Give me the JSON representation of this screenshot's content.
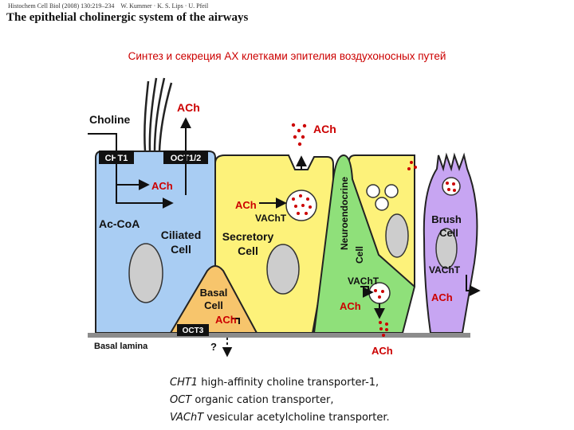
{
  "header": {
    "journal": "Histochem Cell Biol (2008) 130:219–234",
    "authors": "W. Kummer · K. S. Lips · U. Pfeil",
    "title": "The epithelial cholinergic system of the airways"
  },
  "slide_title": "Синтез и секреция АХ клетками эпителия воздухоносных путей",
  "diagram": {
    "cells": {
      "ciliated_line1": "Ciliated",
      "ciliated_line2": "Cell",
      "secretory_line1": "Secretory",
      "secretory_line2": "Cell",
      "basal_line1": "Basal",
      "basal_line2": "Cell",
      "neuroendocrine_line1": "Neuroendocrine",
      "neuroendocrine_line2": "Cell",
      "brush_line1": "Brush",
      "brush_line2": "Cell"
    },
    "labels": {
      "choline": "Choline",
      "cht1": "CHT1",
      "oct12": "OCT1/2",
      "oct3": "OCT3",
      "ach_top": "ACh",
      "ach_secreted": "ACh",
      "ach_ciliated": "ACh",
      "ach_secretory": "ACh",
      "vacht_secretory": "VAChT",
      "acoa": "Ac-CoA",
      "ach_basal": "ACh",
      "vacht_ne": "VAChT",
      "ach_ne": "ACh",
      "ach_bottom": "ACh",
      "vacht_brush": "VAChT",
      "ach_brush": "ACh",
      "basal_lamina": "Basal lamina",
      "question": "?"
    }
  },
  "legend": [
    {
      "abbr": "CHT1",
      "desc": " high-affinity choline transporter-1,"
    },
    {
      "abbr": "OCT",
      "desc": " organic cation transporter,"
    },
    {
      "abbr": "VAChT",
      "desc": " vesicular acetylcholine transporter."
    }
  ],
  "colors": {
    "ciliated": "#a9cdf3",
    "secretory": "#fdf27a",
    "basal": "#f7c56c",
    "neuroendocrine": "#8fe07a",
    "brush": "#c7a5f2",
    "accent_red": "#cc0000",
    "nucleus": "#cdcdcd"
  }
}
